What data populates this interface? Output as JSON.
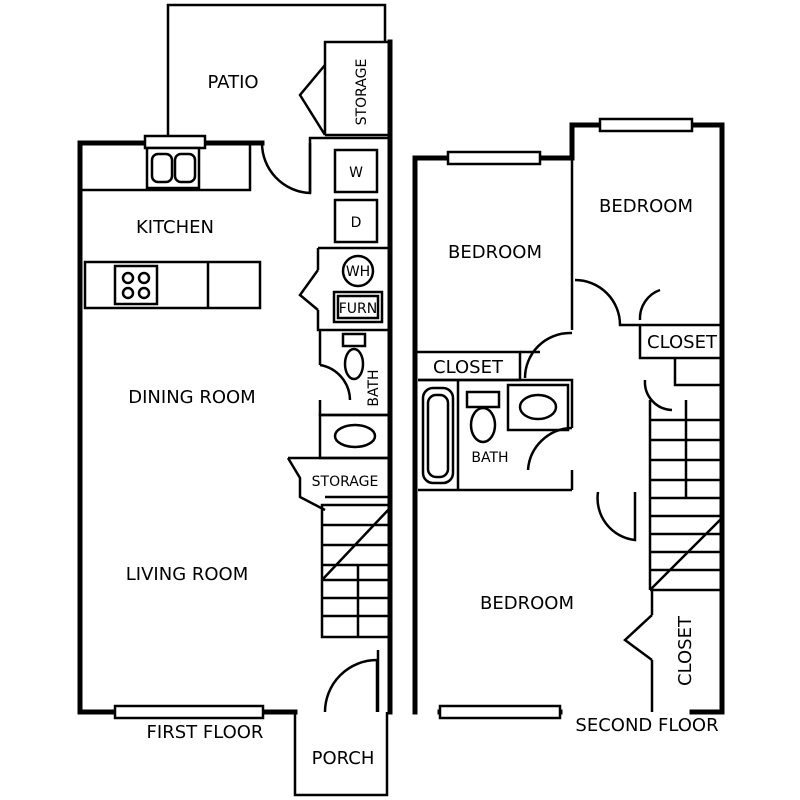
{
  "floor_plan": {
    "first_floor": {
      "floor_label": "FIRST FLOOR",
      "rooms": {
        "patio": "PATIO",
        "storage_top": "STORAGE",
        "kitchen": "KITCHEN",
        "dining_room": "DINING ROOM",
        "living_room": "LIVING ROOM",
        "bath": "BATH",
        "storage_mid": "STORAGE",
        "porch": "PORCH"
      },
      "appliances": {
        "washer": "W",
        "dryer": "D",
        "water_heater": "WH",
        "furnace": "FURN"
      }
    },
    "second_floor": {
      "floor_label": "SECOND FLOOR",
      "rooms": {
        "bedroom_left": "BEDROOM",
        "bedroom_right": "BEDROOM",
        "bedroom_bottom": "BEDROOM",
        "closet_left": "CLOSET",
        "closet_right": "CLOSET",
        "closet_bottom": "CLOSET",
        "bath": "BATH"
      }
    }
  }
}
